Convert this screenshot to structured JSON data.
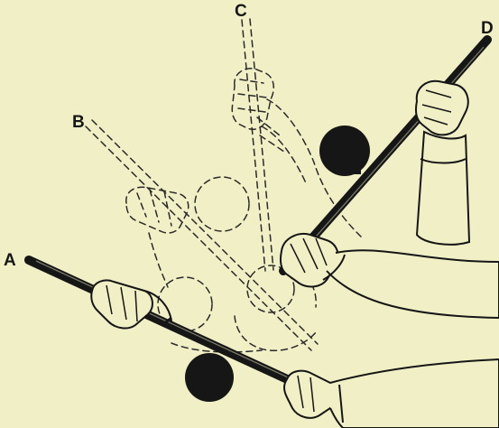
{
  "figure": {
    "labels": {
      "a": "A",
      "b": "B",
      "c": "C",
      "d": "D"
    },
    "colors": {
      "background": "#f1efc6",
      "ink": "#161616",
      "dashed": "#2a2a2a",
      "rod_highlight": "#7a7866"
    }
  }
}
